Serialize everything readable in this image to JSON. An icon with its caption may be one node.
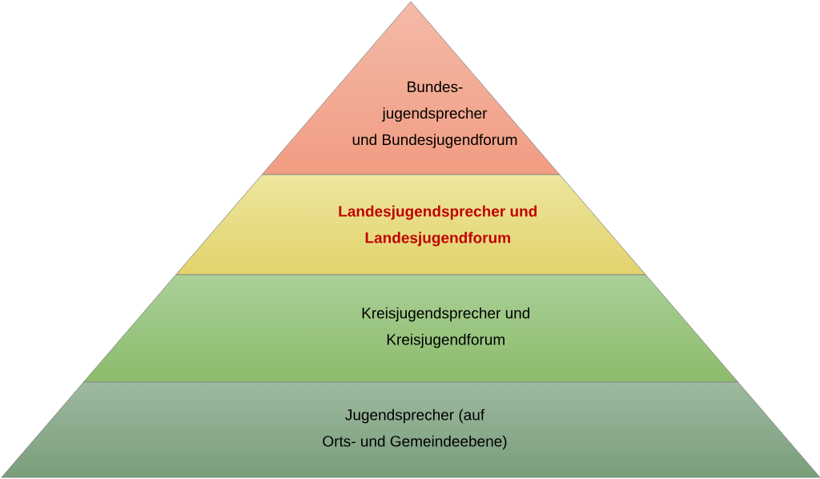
{
  "diagram": {
    "nodes": [
      {
        "text": [
          "Bundes- jugendsprecher und Bundesjugendforum"
        ]
      },
      {
        "text": [
          "Landesjugendsprecher und Landesjugendforum"
        ]
      },
      {
        "text": [
          "Kreisjugendsprecher und Kreisjugendforum"
        ]
      },
      {
        "text": [
          "Jugendsprecher (auf Orts- und Gemeindeebene)"
        ]
      }
    ]
  }
}
